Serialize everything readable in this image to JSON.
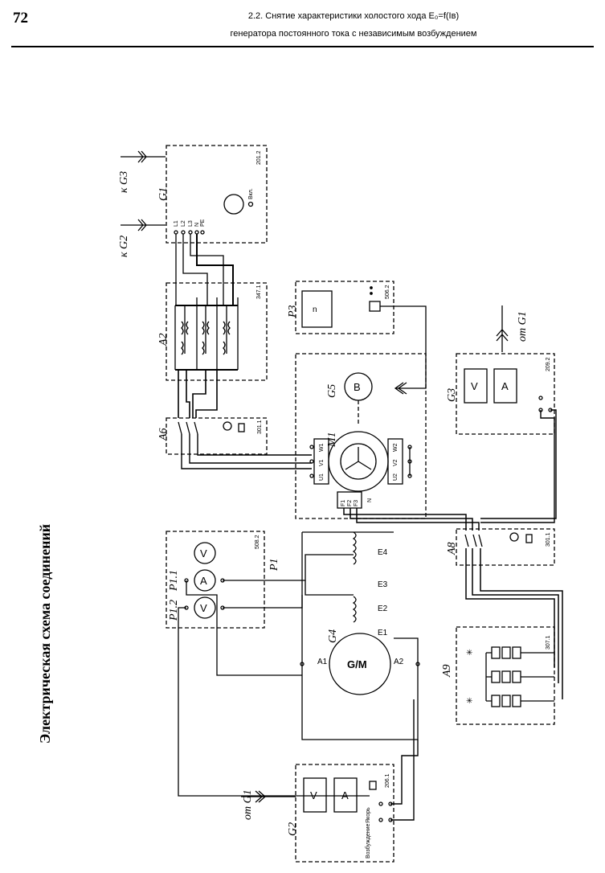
{
  "header": {
    "page_number": "72",
    "line1": "2.2. Снятие характеристики холостого хода E₀=f(Iв)",
    "line2": "генератора постоянного тока с независимым возбуждением"
  },
  "title": "Электрическая схема соединений",
  "blocks": {
    "G1": {
      "designator": "G1",
      "code": "201.2",
      "switch_label": "Вкл.",
      "terminals": [
        "L1",
        "L2",
        "L3",
        "N",
        "PE"
      ]
    },
    "A2": {
      "designator": "A2",
      "code": "347.1"
    },
    "P3": {
      "designator": "P3",
      "code": "506.2",
      "display": "n"
    },
    "A6": {
      "designator": "A6",
      "code": "301.1"
    },
    "M1": {
      "designator": "M1",
      "terminals_left": [
        "U1",
        "V1",
        "W1"
      ],
      "terminals_right": [
        "U2",
        "V2",
        "W2"
      ],
      "rotor_terminals": [
        "F1",
        "F2",
        "F3"
      ],
      "extra": "N"
    },
    "G5": {
      "designator": "G5",
      "symbol": "B"
    },
    "G3": {
      "designator": "G3",
      "code": "209.2",
      "meter_v": "V",
      "meter_a": "A",
      "to": "от G1"
    },
    "A8": {
      "designator": "A8",
      "code": "301.1"
    },
    "A9": {
      "designator": "A9",
      "code": "307.1"
    },
    "P1": {
      "designator": "P1",
      "code": "508.2",
      "sub1": "P1.1",
      "sub2": "P1.2",
      "meter_v": "V",
      "meter_a": "A"
    },
    "G4": {
      "designator": "G4",
      "symbol": "G/M",
      "t1": "A1",
      "t2": "A2",
      "field": [
        "E1",
        "E2",
        "E3",
        "E4"
      ]
    },
    "G2": {
      "designator": "G2",
      "code": "206.1",
      "meter_v": "V",
      "meter_a": "A",
      "to": "от G1",
      "label1": "Якорь",
      "label2": "Возбуждение"
    }
  },
  "refs": {
    "toG3": "к G3",
    "toG2": "к G2"
  }
}
